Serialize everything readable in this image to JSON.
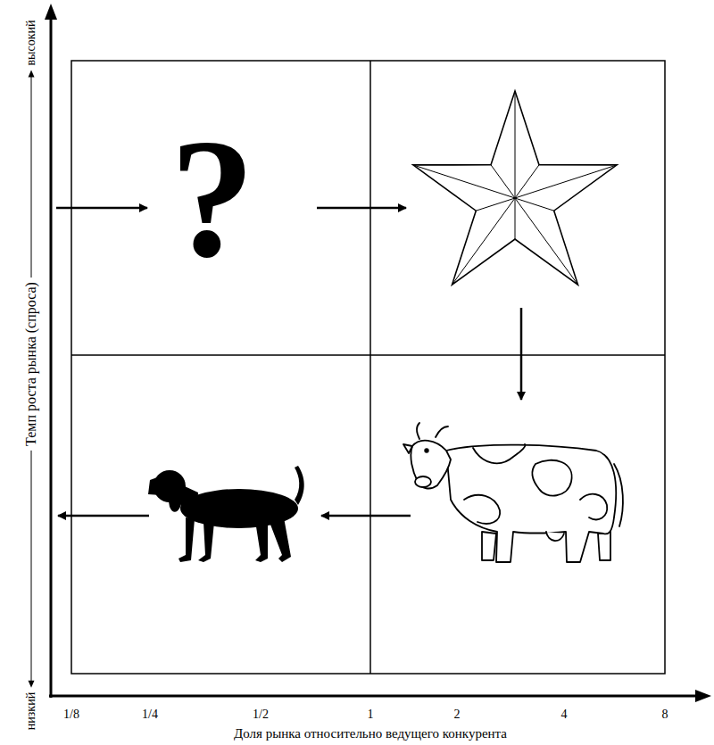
{
  "diagram": {
    "labels": [
      "высокий",
      "Темп роста рынка (спроса)",
      "низкий",
      "1/8",
      "1/4",
      "1/2",
      "1",
      "2",
      "4",
      "8",
      "Доля рынка относительно ведущего конкурента",
      "?"
    ]
  }
}
